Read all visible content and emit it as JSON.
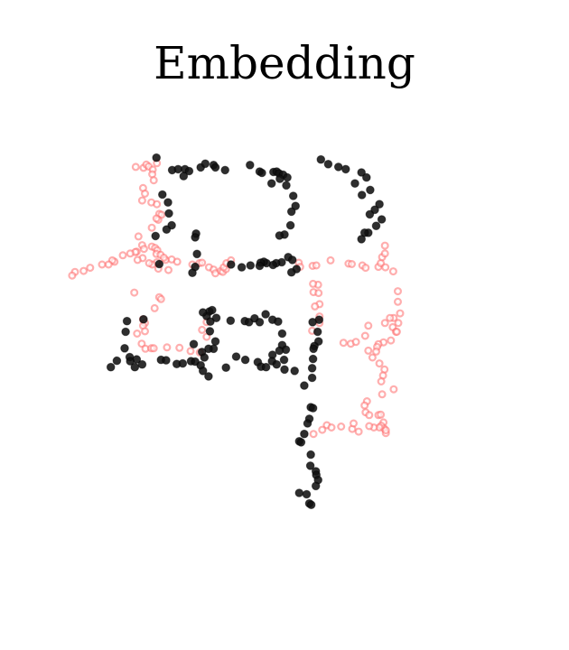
{
  "chart_data": {
    "type": "scatter",
    "title": "Embedding",
    "xlabel": "",
    "ylabel": "",
    "axes_visible": false,
    "grid": false,
    "xlim": [
      0,
      100
    ],
    "ylim": [
      0,
      100
    ],
    "colors": {
      "black_series": "#111111",
      "red_series": "#ff6b6b"
    },
    "series": [
      {
        "marker": "filled",
        "color": "#111111",
        "points": [
          [
            25.6,
            90.5
          ],
          [
            26.9,
            90.7
          ],
          [
            28.4,
            90.7
          ],
          [
            29.3,
            90.3
          ],
          [
            28.1,
            89.2
          ],
          [
            31.8,
            91.1
          ],
          [
            32.8,
            91.9
          ],
          [
            34.6,
            91.6
          ],
          [
            35.0,
            91.1
          ],
          [
            37.1,
            90.5
          ],
          [
            42.5,
            91.6
          ],
          [
            44.6,
            90.2
          ],
          [
            45.1,
            89.9
          ],
          [
            47.6,
            90.1
          ],
          [
            48.3,
            90.2
          ],
          [
            48.8,
            89.8
          ],
          [
            49.7,
            89.5
          ],
          [
            50.6,
            88.9
          ],
          [
            49.0,
            88.6
          ],
          [
            47.2,
            87.6
          ],
          [
            50.4,
            87.2
          ],
          [
            51.9,
            84.9
          ],
          [
            52.4,
            82.7
          ],
          [
            51.5,
            81.5
          ],
          [
            51.3,
            78.5
          ],
          [
            50.0,
            76.5
          ],
          [
            48.9,
            76.3
          ],
          [
            50.8,
            71.6
          ],
          [
            51.7,
            71.0
          ],
          [
            52.6,
            69.0
          ],
          [
            51.5,
            68.3
          ],
          [
            49.4,
            70.5
          ],
          [
            48.2,
            70.3
          ],
          [
            47.5,
            69.9
          ],
          [
            46.1,
            70.3
          ],
          [
            45.5,
            70.6
          ],
          [
            44.8,
            70.4
          ],
          [
            44.6,
            69.7
          ],
          [
            42.6,
            69.8
          ],
          [
            40.7,
            69.4
          ],
          [
            38.4,
            70.0
          ],
          [
            22.2,
            93.2
          ],
          [
            23.5,
            85.2
          ],
          [
            24.7,
            83.5
          ],
          [
            24.9,
            81.1
          ],
          [
            25.5,
            78.5
          ],
          [
            24.4,
            77.6
          ],
          [
            22.0,
            76.2
          ],
          [
            22.8,
            70.1
          ],
          [
            30.8,
            76.7
          ],
          [
            30.6,
            75.9
          ],
          [
            59.5,
            91.8
          ],
          [
            61.7,
            91.2
          ],
          [
            63.3,
            90.7
          ],
          [
            66.7,
            90.0
          ],
          [
            67.8,
            88.9
          ],
          [
            65.3,
            87.6
          ],
          [
            68.6,
            86.2
          ],
          [
            66.8,
            85.1
          ],
          [
            70.6,
            83.1
          ],
          [
            69.6,
            81.9
          ],
          [
            68.5,
            80.9
          ],
          [
            71.1,
            79.8
          ],
          [
            69.9,
            78.4
          ],
          [
            68.2,
            76.9
          ],
          [
            67.4,
            76.9
          ],
          [
            66.7,
            75.5
          ],
          [
            57.9,
            92.8
          ],
          [
            31.0,
            72.3
          ],
          [
            30.6,
            69.5
          ],
          [
            30.0,
            68.2
          ],
          [
            33.7,
            59.8
          ],
          [
            33.1,
            58.8
          ],
          [
            33.9,
            57.6
          ],
          [
            32.3,
            59.6
          ],
          [
            34.3,
            60.1
          ],
          [
            35.2,
            58.4
          ],
          [
            33.8,
            55.5
          ],
          [
            35.0,
            53.3
          ],
          [
            34.6,
            51.7
          ],
          [
            30.3,
            52.7
          ],
          [
            33.5,
            51.7
          ],
          [
            32.1,
            51.0
          ],
          [
            32.6,
            49.8
          ],
          [
            38.3,
            57.8
          ],
          [
            41.4,
            57.7
          ],
          [
            42.3,
            57.5
          ],
          [
            43.5,
            58.3
          ],
          [
            44.6,
            57.5
          ],
          [
            45.9,
            59.2
          ],
          [
            47.4,
            58.0
          ],
          [
            48.6,
            57.6
          ],
          [
            49.5,
            55.0
          ],
          [
            49.5,
            52.5
          ],
          [
            50.3,
            51.5
          ],
          [
            48.9,
            51.3
          ],
          [
            47.4,
            50.4
          ],
          [
            49.9,
            49.3
          ],
          [
            19.4,
            58.1
          ],
          [
            15.8,
            57.7
          ],
          [
            15.5,
            55.4
          ],
          [
            15.3,
            51.8
          ],
          [
            16.4,
            49.9
          ],
          [
            17.9,
            49.4
          ],
          [
            16.5,
            49.0
          ],
          [
            13.6,
            49.1
          ],
          [
            12.3,
            47.7
          ],
          [
            17.5,
            47.7
          ],
          [
            19.1,
            48.3
          ],
          [
            23.2,
            49.3
          ],
          [
            24.3,
            49.2
          ],
          [
            26.6,
            48.4
          ],
          [
            27.9,
            48.5
          ],
          [
            29.7,
            49.0
          ],
          [
            30.6,
            48.9
          ],
          [
            37.3,
            47.6
          ],
          [
            39.5,
            50.0
          ],
          [
            41.5,
            49.3
          ],
          [
            44.2,
            48.8
          ],
          [
            44.9,
            47.8
          ],
          [
            46.0,
            47.7
          ],
          [
            47.3,
            49.0
          ],
          [
            48.3,
            48.3
          ],
          [
            50.0,
            47.2
          ],
          [
            52.2,
            46.9
          ],
          [
            57.5,
            58.0
          ],
          [
            56.1,
            57.5
          ],
          [
            57.2,
            55.4
          ],
          [
            57.4,
            53.3
          ],
          [
            56.5,
            52.3
          ],
          [
            56.3,
            51.7
          ],
          [
            56.2,
            49.5
          ],
          [
            56.0,
            47.5
          ],
          [
            56.0,
            45.4
          ],
          [
            54.3,
            43.7
          ],
          [
            55.7,
            39.0
          ],
          [
            56.2,
            38.8
          ],
          [
            55.4,
            36.5
          ],
          [
            55.0,
            35.5
          ],
          [
            54.3,
            33.2
          ],
          [
            53.2,
            31.6
          ],
          [
            53.6,
            31.4
          ],
          [
            55.7,
            28.7
          ],
          [
            55.6,
            26.3
          ],
          [
            56.8,
            25.1
          ],
          [
            56.9,
            24.3
          ],
          [
            57.3,
            23.2
          ],
          [
            56.8,
            21.9
          ],
          [
            53.2,
            20.4
          ],
          [
            54.8,
            20.1
          ],
          [
            55.4,
            18.1
          ],
          [
            55.8,
            17.8
          ],
          [
            31.8,
            48.1
          ],
          [
            32.3,
            46.9
          ],
          [
            33.5,
            45.7
          ]
        ]
      },
      {
        "marker": "hollow",
        "color": "#ff6b6b",
        "points": [
          [
            17.7,
            91.2
          ],
          [
            19.4,
            91.0
          ],
          [
            20.0,
            91.7
          ],
          [
            20.5,
            91.3
          ],
          [
            21.4,
            90.6
          ],
          [
            21.3,
            89.6
          ],
          [
            22.3,
            92.0
          ],
          [
            21.6,
            88.3
          ],
          [
            19.3,
            86.6
          ],
          [
            19.7,
            85.4
          ],
          [
            19.1,
            83.9
          ],
          [
            21.1,
            83.5
          ],
          [
            22.3,
            83.1
          ],
          [
            22.8,
            81.0
          ],
          [
            23.3,
            80.8
          ],
          [
            22.6,
            79.7
          ],
          [
            22.2,
            80.0
          ],
          [
            21.2,
            78.0
          ],
          [
            18.3,
            76.1
          ],
          [
            19.1,
            74.2
          ],
          [
            19.5,
            73.4
          ],
          [
            21.2,
            73.9
          ],
          [
            21.9,
            73.6
          ],
          [
            22.4,
            73.1
          ],
          [
            22.2,
            72.3
          ],
          [
            23.1,
            72.1
          ],
          [
            24.2,
            71.0
          ],
          [
            22.3,
            70.5
          ],
          [
            21.3,
            70.0
          ],
          [
            20.6,
            70.3
          ],
          [
            19.2,
            71.4
          ],
          [
            18.1,
            71.0
          ],
          [
            17.9,
            72.8
          ],
          [
            17.6,
            72.7
          ],
          [
            16.5,
            72.4
          ],
          [
            14.9,
            72.0
          ],
          [
            13.1,
            70.6
          ],
          [
            12.6,
            70.9
          ],
          [
            11.8,
            70.0
          ],
          [
            10.4,
            70.0
          ],
          [
            7.8,
            69.3
          ],
          [
            6.4,
            68.6
          ],
          [
            4.5,
            68.4
          ],
          [
            3.9,
            67.6
          ],
          [
            23.8,
            71.5
          ],
          [
            25.5,
            71.1
          ],
          [
            26.7,
            70.6
          ],
          [
            30.0,
            70.0
          ],
          [
            31.5,
            70.3
          ],
          [
            32.1,
            70.4
          ],
          [
            33.6,
            69.4
          ],
          [
            34.6,
            68.9
          ],
          [
            35.0,
            68.1
          ],
          [
            36.2,
            68.6
          ],
          [
            36.6,
            68.4
          ],
          [
            37.3,
            69.0
          ],
          [
            36.8,
            69.4
          ],
          [
            37.4,
            70.3
          ],
          [
            38.4,
            70.9
          ],
          [
            53.1,
            70.4
          ],
          [
            53.4,
            69.5
          ],
          [
            56.1,
            69.7
          ],
          [
            56.9,
            69.8
          ],
          [
            60.0,
            70.9
          ],
          [
            63.9,
            70.2
          ],
          [
            64.6,
            70.1
          ],
          [
            66.9,
            69.8
          ],
          [
            67.6,
            69.3
          ],
          [
            70.4,
            69.5
          ],
          [
            70.9,
            70.3
          ],
          [
            71.9,
            69.4
          ],
          [
            71.2,
            71.6
          ],
          [
            71.8,
            72.4
          ],
          [
            71.8,
            74.1
          ],
          [
            22.6,
            69.1
          ],
          [
            24.8,
            68.8
          ],
          [
            17.4,
            63.9
          ],
          [
            22.8,
            62.9
          ],
          [
            23.2,
            62.5
          ],
          [
            21.8,
            60.5
          ],
          [
            19.3,
            58.1
          ],
          [
            19.7,
            57.3
          ],
          [
            19.3,
            56.7
          ],
          [
            19.7,
            55.5
          ],
          [
            18.0,
            55.0
          ],
          [
            19.0,
            52.8
          ],
          [
            19.8,
            51.7
          ],
          [
            21.1,
            51.8
          ],
          [
            21.6,
            51.8
          ],
          [
            24.5,
            52.0
          ],
          [
            27.2,
            51.9
          ],
          [
            29.6,
            51.2
          ],
          [
            31.6,
            50.9
          ],
          [
            33.1,
            54.3
          ],
          [
            32.1,
            55.8
          ],
          [
            33.1,
            57.5
          ],
          [
            57.3,
            65.6
          ],
          [
            56.2,
            65.8
          ],
          [
            56.3,
            64.0
          ],
          [
            57.4,
            63.8
          ],
          [
            57.6,
            61.4
          ],
          [
            56.6,
            60.9
          ],
          [
            57.6,
            58.7
          ],
          [
            57.6,
            57.3
          ],
          [
            56.0,
            55.6
          ],
          [
            62.8,
            53.0
          ],
          [
            64.4,
            52.8
          ],
          [
            65.5,
            53.2
          ],
          [
            67.5,
            54.5
          ],
          [
            68.2,
            51.3
          ],
          [
            69.1,
            49.8
          ],
          [
            70.6,
            48.5
          ],
          [
            71.7,
            47.2
          ],
          [
            71.4,
            45.9
          ],
          [
            71.0,
            44.6
          ],
          [
            73.7,
            42.9
          ],
          [
            71.2,
            41.8
          ],
          [
            67.9,
            40.3
          ],
          [
            67.4,
            39.4
          ],
          [
            67.6,
            37.9
          ],
          [
            68.4,
            37.3
          ],
          [
            70.4,
            37.3
          ],
          [
            70.9,
            37.4
          ],
          [
            71.5,
            35.7
          ],
          [
            71.6,
            34.4
          ],
          [
            72.0,
            33.4
          ],
          [
            72.0,
            34.0
          ],
          [
            71.0,
            35.0
          ],
          [
            70.6,
            34.6
          ],
          [
            69.4,
            34.6
          ],
          [
            68.4,
            34.9
          ],
          [
            66.1,
            33.7
          ],
          [
            64.7,
            34.3
          ],
          [
            62.3,
            34.8
          ],
          [
            59.2,
            35.1
          ],
          [
            58.2,
            34.1
          ],
          [
            56.3,
            33.2
          ],
          [
            60.2,
            34.6
          ],
          [
            65.0,
            35.5
          ],
          [
            73.6,
            68.5
          ],
          [
            74.6,
            64.2
          ],
          [
            74.6,
            61.9
          ],
          [
            75.1,
            59.4
          ],
          [
            73.7,
            58.4
          ],
          [
            74.7,
            57.3
          ],
          [
            68.2,
            56.7
          ],
          [
            71.8,
            57.3
          ],
          [
            72.9,
            58.4
          ],
          [
            73.5,
            56.4
          ],
          [
            74.2,
            55.4
          ],
          [
            74.4,
            55.4
          ],
          [
            73.1,
            53.5
          ],
          [
            71.5,
            53.1
          ],
          [
            70.4,
            52.7
          ],
          [
            70.1,
            52.1
          ],
          [
            69.9,
            51.1
          ]
        ]
      }
    ]
  }
}
